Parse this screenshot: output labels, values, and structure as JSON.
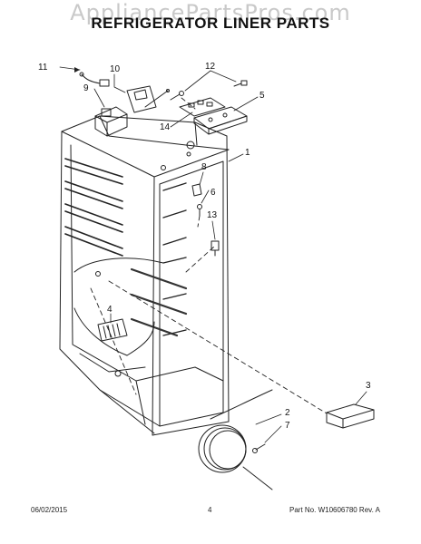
{
  "watermark": "AppliancePartsPros.com",
  "title": "REFRIGERATOR LINER PARTS",
  "callouts": [
    "11",
    "10",
    "12",
    "9",
    "5",
    "14",
    "1",
    "8",
    "6",
    "13",
    "4",
    "3",
    "2",
    "7"
  ],
  "footer": {
    "date": "06/02/2015",
    "page": "4",
    "part_no": "Part No. W10606780  Rev. A"
  }
}
